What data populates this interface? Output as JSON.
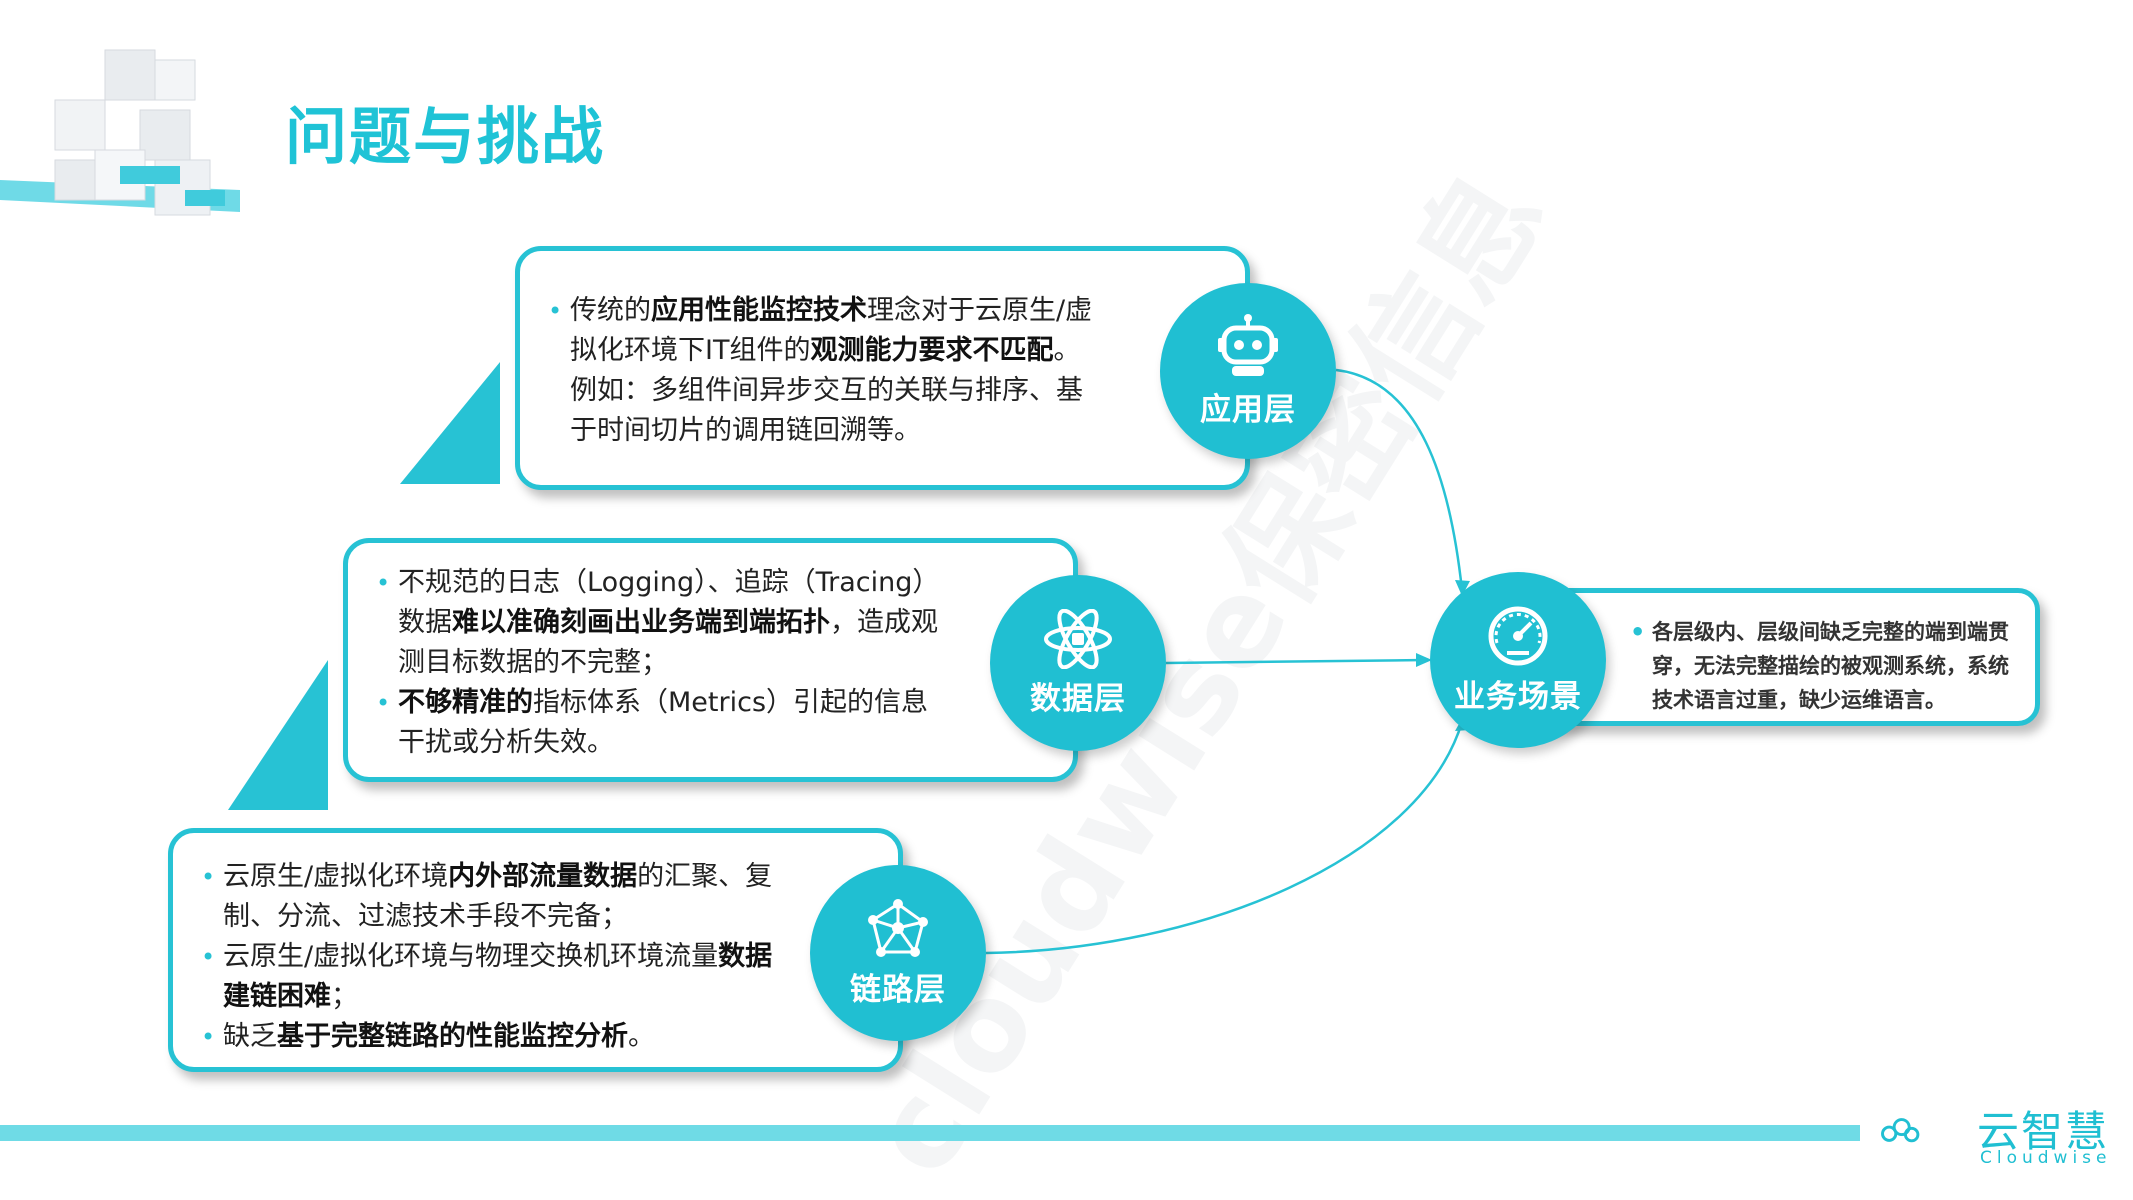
{
  "title": "问题与挑战",
  "watermark": "cloudwise保密信息",
  "layers": {
    "app": {
      "label": "应用层",
      "icon": "robot-icon",
      "items": [
        [
          {
            "t": "传统的",
            "b": false
          },
          {
            "t": "应用性能监控技术",
            "b": true
          },
          {
            "t": "理念对于云原生/虚拟化环境下IT组件的",
            "b": false
          },
          {
            "t": "观测能力要求不匹配",
            "b": true
          },
          {
            "t": "。例如：多组件间异步交互的关联与排序、基于时间切片的调用链回溯等。",
            "b": false
          }
        ]
      ]
    },
    "data": {
      "label": "数据层",
      "icon": "atom-icon",
      "items": [
        [
          {
            "t": "不规范的日志（Logging）、追踪（Tracing）数据",
            "b": false
          },
          {
            "t": "难以准确刻画出业务端到端拓扑",
            "b": true
          },
          {
            "t": "，造成观测目标数据的不完整；",
            "b": false
          }
        ],
        [
          {
            "t": "不够精准的",
            "b": true
          },
          {
            "t": "指标体系（Metrics）引起的信息干扰或分析失效。",
            "b": false
          }
        ]
      ]
    },
    "link": {
      "label": "链路层",
      "icon": "network-icon",
      "items": [
        [
          {
            "t": "云原生/虚拟化环境",
            "b": false
          },
          {
            "t": "内外部流量数据",
            "b": true
          },
          {
            "t": "的汇聚、复制、分流、过滤技术手段不完备；",
            "b": false
          }
        ],
        [
          {
            "t": "云原生/虚拟化环境与物理交换机环境流量",
            "b": false
          },
          {
            "t": "数据建链困难",
            "b": true
          },
          {
            "t": "；",
            "b": false
          }
        ],
        [
          {
            "t": "缺乏",
            "b": false
          },
          {
            "t": "基于完整链路的性能监控分析",
            "b": true
          },
          {
            "t": "。",
            "b": false
          }
        ]
      ]
    },
    "biz": {
      "label": "业务场景",
      "icon": "speedometer-icon",
      "items": [
        [
          {
            "t": "各层级内、层级间缺乏完整的端到端贯穿，无法完整描绘的被观测系统，系统技术语言过重，缺少运维语言。",
            "b": false
          }
        ]
      ]
    }
  },
  "brand": {
    "name_cn": "云智慧",
    "name_en": "Cloudwise",
    "icon": "cloud-logo-icon"
  },
  "colors": {
    "accent": "#20bfd2",
    "accent_light": "#6fdbe6",
    "text": "#222222"
  }
}
